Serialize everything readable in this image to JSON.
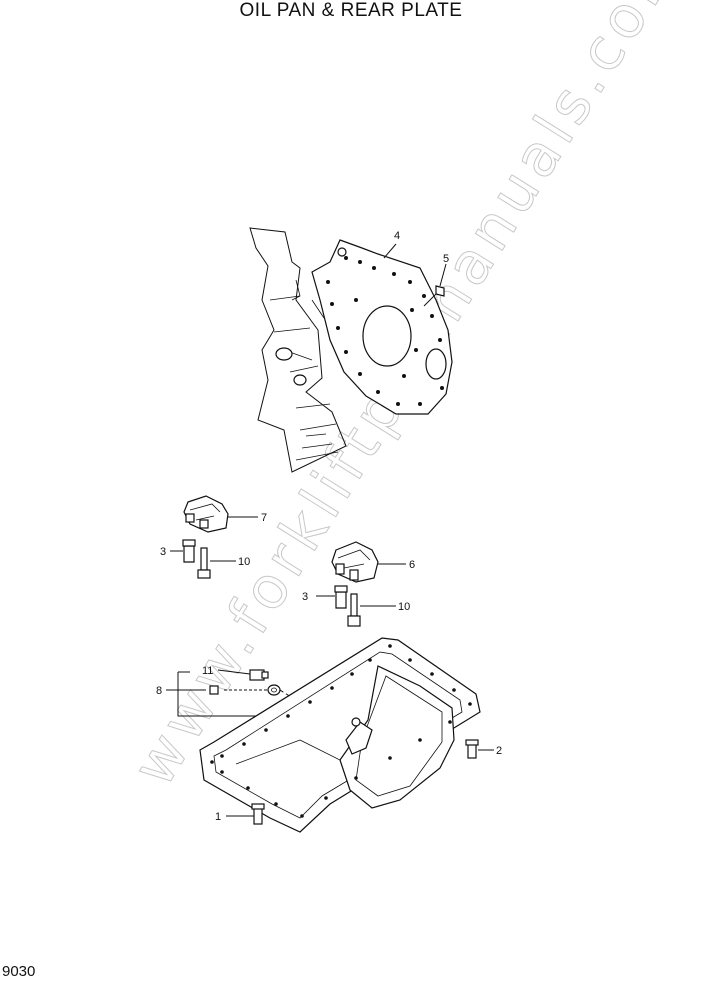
{
  "title": "OIL PAN & REAR PLATE",
  "page_number": "9030",
  "watermark": "www.forkliftpdfmanuals.com",
  "callouts": {
    "c1": "1",
    "c2": "2",
    "c3a": "3",
    "c3b": "3",
    "c4": "4",
    "c5": "5",
    "c6": "6",
    "c7": "7",
    "c8": "8",
    "c10a": "10",
    "c10b": "10",
    "c11": "11"
  }
}
